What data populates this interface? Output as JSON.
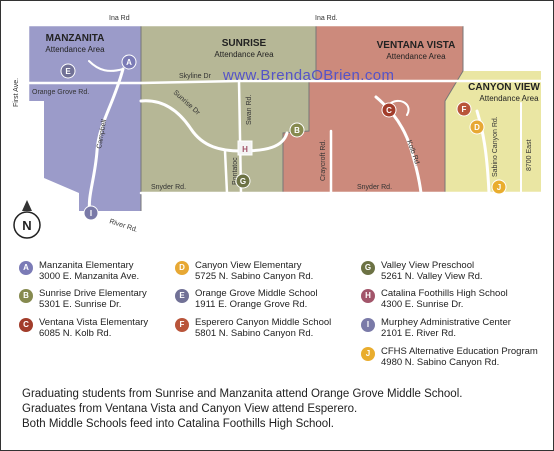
{
  "areas": {
    "manzanita": {
      "name": "MANZANITA",
      "sub": "Attendance Area",
      "color": "#9b9bc9"
    },
    "sunrise": {
      "name": "SUNRISE",
      "sub": "Attendance Area",
      "color": "#b6b796"
    },
    "ventana": {
      "name": "VENTANA VISTA",
      "sub": "Attendance Area",
      "color": "#cc8a7c"
    },
    "canyon": {
      "name": "CANYON VIEW",
      "sub": "Attendance Area",
      "color": "#eae6a3"
    }
  },
  "roads": {
    "ina_west": "Ina Rd",
    "ina_east": "Ina Rd.",
    "skyline": "Skyline Dr",
    "orange_grove": "Orange Grove Rd.",
    "first_ave": "First Ave.",
    "campbell": "Campbell",
    "sunrise_dr": "Sunrise Dr",
    "swan": "Swan Rd.",
    "pontatoc": "Pontatoc",
    "snyder_west": "Snyder Rd.",
    "snyder_east": "Snyder Rd.",
    "craycroft": "Craycroft Rd.",
    "kolb": "Kolb Rd.",
    "sabino": "Sabino Canyon Rd.",
    "east_8700": "8700 East",
    "river": "River Rd."
  },
  "watermark": "www.BrendaOBrien.com",
  "compass": "N",
  "schools": [
    {
      "letter": "A",
      "name": "Manzanita Elementary",
      "address": "3000 E. Manzanita Ave.",
      "color": "#7b7bb6"
    },
    {
      "letter": "B",
      "name": "Sunrise Drive Elementary",
      "address": "5301 E. Sunrise Dr.",
      "color": "#868a4f"
    },
    {
      "letter": "C",
      "name": "Ventana Vista Elementary",
      "address": "6085 N. Kolb Rd.",
      "color": "#a23d2b"
    },
    {
      "letter": "D",
      "name": "Canyon View Elementary",
      "address": "5725 N. Sabino Canyon Rd.",
      "color": "#e7a834"
    },
    {
      "letter": "E",
      "name": "Orange Grove Middle School",
      "address": "1911 E. Orange Grove Rd.",
      "color": "#717196"
    },
    {
      "letter": "F",
      "name": "Esperero Canyon Middle School",
      "address": "5801 N. Sabino Canyon Rd.",
      "color": "#b9553a"
    },
    {
      "letter": "G",
      "name": "Valley View Preschool",
      "address": "5261 N. Valley View Rd.",
      "color": "#6c7244"
    },
    {
      "letter": "H",
      "name": "Catalina Foothills High School",
      "address": "4300 E. Sunrise Dr.",
      "color": "#a2556a"
    },
    {
      "letter": "I",
      "name": "Murphey Administrative Center",
      "address": "2101 E. River Rd.",
      "color": "#7a7aa8"
    },
    {
      "letter": "J",
      "name": "CFHS Alternative Education Program",
      "address": "4980 N. Sabino Canyon Rd.",
      "color": "#e9ad2e"
    }
  ],
  "footer": [
    "Graduating students from Sunrise and Manzanita attend Orange Grove Middle School.",
    "Graduates from Ventana Vista and Canyon View attend Esperero.",
    "Both Middle Schools feed into Catalina Foothills High School."
  ]
}
